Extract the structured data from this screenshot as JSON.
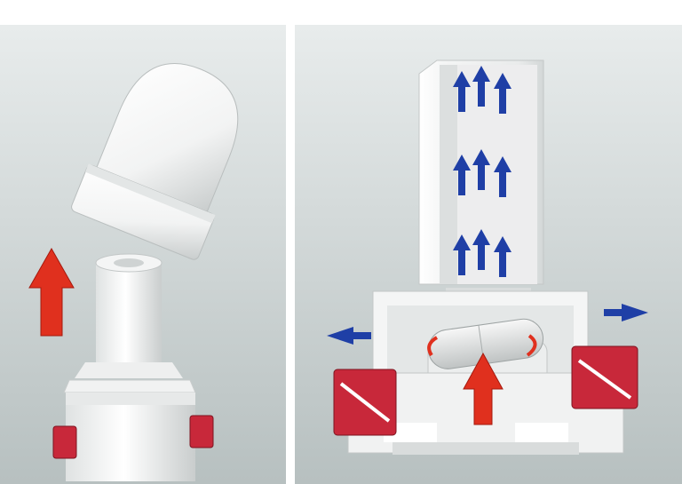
{
  "figure": {
    "panels": [
      {
        "id": "left",
        "depicts": "inhaler-with-cap-removed"
      },
      {
        "id": "right",
        "depicts": "inhaler-cutaway-airflow"
      }
    ]
  },
  "colors": {
    "background_top": "#e6eaea",
    "background_bottom": "#b9c2c2",
    "body": "#f7f7f7",
    "body_shade": "#d2d6d6",
    "red_arrow": "#e0301e",
    "blue_arrow": "#1f3fa6",
    "red_button": "#c8283a"
  },
  "icons": [
    "red-up-arrow-icon",
    "blue-airflow-arrow-icon",
    "red-rotation-arrow-icon"
  ]
}
